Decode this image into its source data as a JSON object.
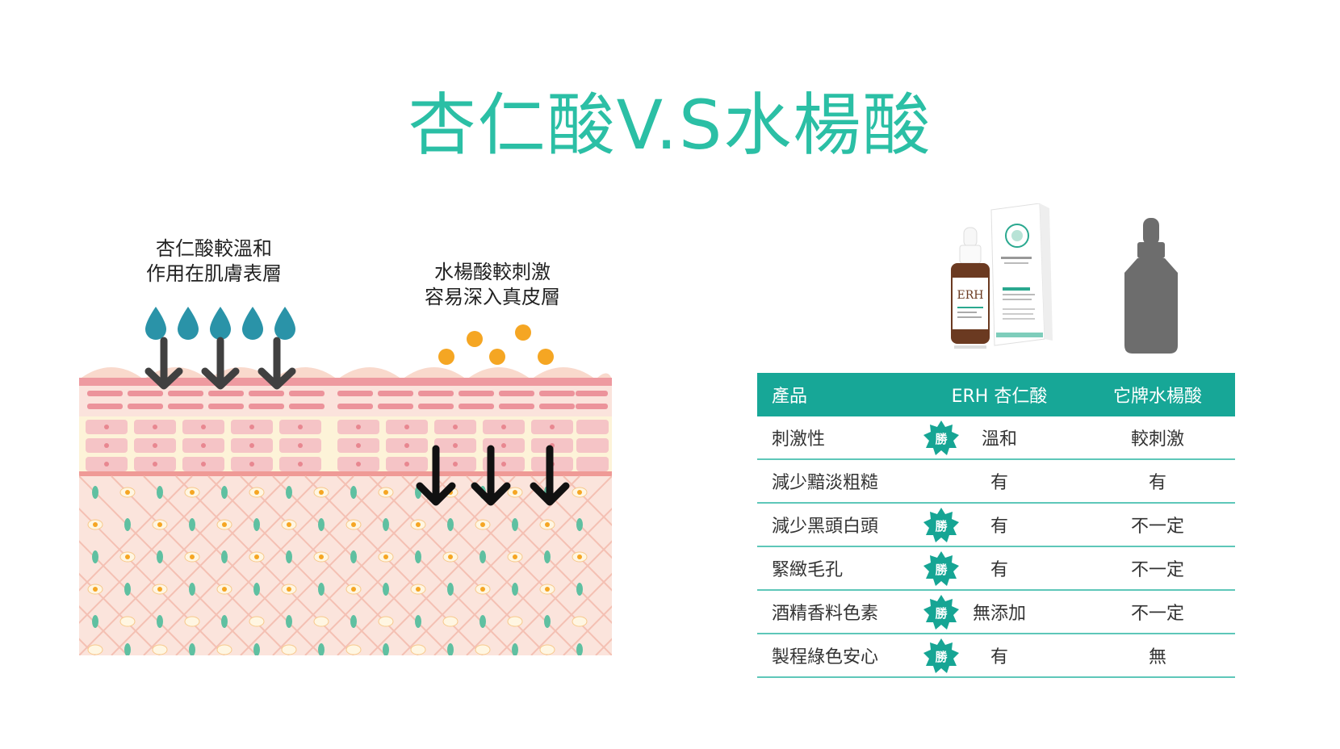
{
  "title": "杏仁酸V.S水楊酸",
  "illustration": {
    "left_label": "杏仁酸較溫和\n作用在肌膚表層",
    "right_label": "水楊酸較刺激\n容易深入真皮層"
  },
  "colors": {
    "accent": "#2bbfa5",
    "table_header": "#17a797",
    "badge": "#16a594",
    "drop": "#2a93a8",
    "particle": "#f5a623"
  },
  "badge_label": "勝",
  "table": {
    "headers": [
      "產品",
      "ERH 杏仁酸",
      "它牌水楊酸"
    ],
    "rows": [
      {
        "item": "刺激性",
        "erh": "溫和",
        "other": "較刺激",
        "win": true
      },
      {
        "item": "減少黯淡粗糙",
        "erh": "有",
        "other": "有",
        "win": false
      },
      {
        "item": "減少黑頭白頭",
        "erh": "有",
        "other": "不一定",
        "win": true
      },
      {
        "item": "緊緻毛孔",
        "erh": "有",
        "other": "不一定",
        "win": true
      },
      {
        "item": "酒精香料色素",
        "erh": "無添加",
        "other": "不一定",
        "win": true
      },
      {
        "item": "製程綠色安心",
        "erh": "有",
        "other": "無",
        "win": true
      }
    ]
  },
  "product_images": {
    "erh": "erh-serum-bottle-and-box",
    "other": "generic-dropper-bottle-icon"
  }
}
